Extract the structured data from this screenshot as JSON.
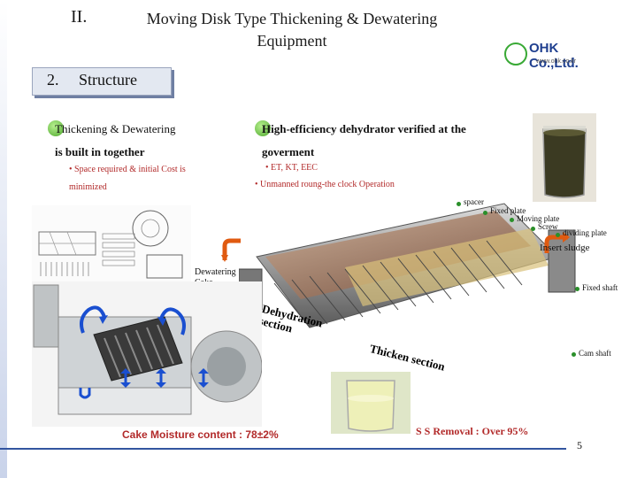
{
  "header": {
    "roman_numeral": "II.",
    "title_line1": "Moving Disk Type Thickening & Dewatering",
    "title_line2": "Equipment"
  },
  "logo": {
    "brand": "OHK Co.,Ltd.",
    "url": "www.ohk.co.kr"
  },
  "section": {
    "number": "2.",
    "label": "Structure"
  },
  "left_block": {
    "heading_line1": "Thickening & Dewatering",
    "heading_line2": "is built in together",
    "sub_line1": "• Space required & initial Cost is",
    "sub_line2": "minimized"
  },
  "right_block": {
    "heading_line1": "High-efficiency dehydrator verified at the",
    "heading_line2": "goverment",
    "sub_line1": "• ET, KT, EEC",
    "sub_line2": "• Unmanned roung-the clock Operation"
  },
  "callouts": {
    "spacer": "spacer",
    "fixed_plate": "Fixed plate",
    "moving_plate": "Moving plate",
    "screw": "Screw",
    "dividing_plate": "dividing plate",
    "insert_sludge": "Insert sludge",
    "dewatering_cake": "Dewatering Cake",
    "fixed_shaft": "Fixed shaft",
    "cam_shaft": "Cam shaft"
  },
  "sections": {
    "dehydration": "Dehydration section",
    "thicken": "Thicken section"
  },
  "captions": {
    "cake_moisture": "Cake Moisture content : 78±2%",
    "ss_removal": "S S Removal : Over 95%"
  },
  "page_number": "5",
  "colors": {
    "accent_blue": "#3355a0",
    "bullet_green": "#4fa82f",
    "sub_red": "#b22a2a",
    "arrow_orange": "#e05a10"
  }
}
